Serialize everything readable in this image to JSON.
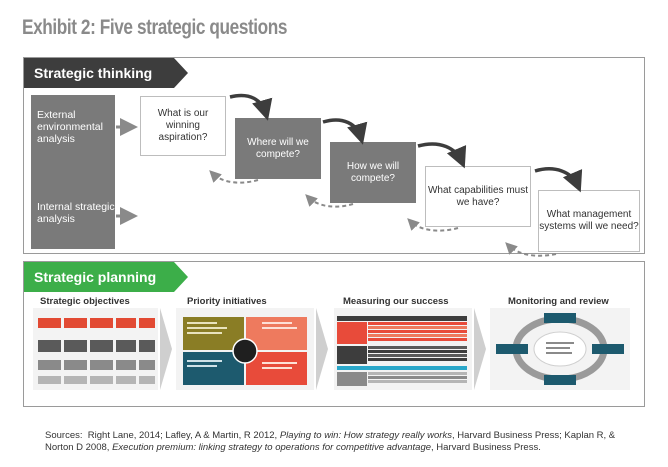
{
  "exhibit_title": "Exhibit 2:  Five strategic questions",
  "thinking": {
    "banner": "Strategic thinking",
    "external": "External environmental analysis",
    "internal": "Internal strategic analysis",
    "questions": [
      "What is our winning aspiration?",
      "Where will we compete?",
      "How we will compete?",
      "What capabilities must we have?",
      "What management systems will we need?"
    ]
  },
  "planning": {
    "banner": "Strategic planning",
    "sections": [
      "Strategic objectives",
      "Priority initiatives",
      "Measuring our success",
      "Monitoring and review"
    ]
  },
  "sources": {
    "label": "Sources:",
    "part1": "Right Lane, 2014; Lafley, A & Martin, R 2012, ",
    "title1": "Playing to win: How strategy really works",
    "part2": ", Harvard Business Press; Kaplan R, & Norton D 2008, ",
    "title2": "Execution premium: linking strategy to operations for competitive advantage",
    "part3": ", Harvard Business Press."
  },
  "colors": {
    "banner_dark": "#3d3d3d",
    "banner_green": "#3cae49",
    "box_gray": "#7a7a7a",
    "olive": "#8a7d25",
    "salmon": "#ee7a5e",
    "teal": "#1d5a6e",
    "red": "#e84b3a"
  }
}
